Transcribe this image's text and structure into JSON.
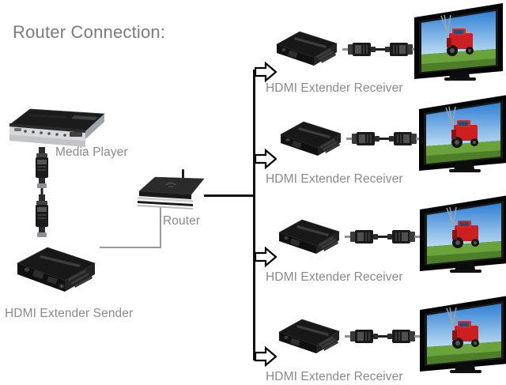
{
  "diagram": {
    "title": "Router Connection:",
    "background_color": "#ffffff",
    "label_color": "#8a8a8a",
    "wire_color_black": "#111111",
    "wire_color_gray": "#9a9a9a"
  },
  "source_side": {
    "media_player": {
      "label": "Media Player",
      "icon": "media-player-box"
    },
    "sender": {
      "label": "HDMI Extender Sender",
      "icon": "hdmi-extender-box"
    },
    "hdmi_cable": {
      "icon": "hdmi-cable-vertical"
    }
  },
  "network": {
    "router": {
      "label": "Router",
      "icon": "wifi-router"
    },
    "trunk": {
      "icon": "trunk-line"
    }
  },
  "receivers": [
    {
      "label": "HDMI Extender Receiver",
      "arrow_icon": "arrow-right-icon",
      "box_icon": "hdmi-extender-box",
      "cable_icon": "hdmi-cable-pair",
      "tv_icon": "flat-screen-tv",
      "tv_screen_scene": "red-tractor-on-green-field"
    },
    {
      "label": "HDMI Extender Receiver",
      "arrow_icon": "arrow-right-icon",
      "box_icon": "hdmi-extender-box",
      "cable_icon": "hdmi-cable-pair",
      "tv_icon": "flat-screen-tv",
      "tv_screen_scene": "red-tractor-on-green-field"
    },
    {
      "label": "HDMI Extender Receiver",
      "arrow_icon": "arrow-right-icon",
      "box_icon": "hdmi-extender-box",
      "cable_icon": "hdmi-cable-pair",
      "tv_icon": "flat-screen-tv",
      "tv_screen_scene": "red-tractor-on-green-field"
    },
    {
      "label": "HDMI Extender Receiver",
      "arrow_icon": "arrow-right-icon",
      "box_icon": "hdmi-extender-box",
      "cable_icon": "hdmi-cable-pair",
      "tv_icon": "flat-screen-tv",
      "tv_screen_scene": "red-tractor-on-green-field"
    }
  ]
}
